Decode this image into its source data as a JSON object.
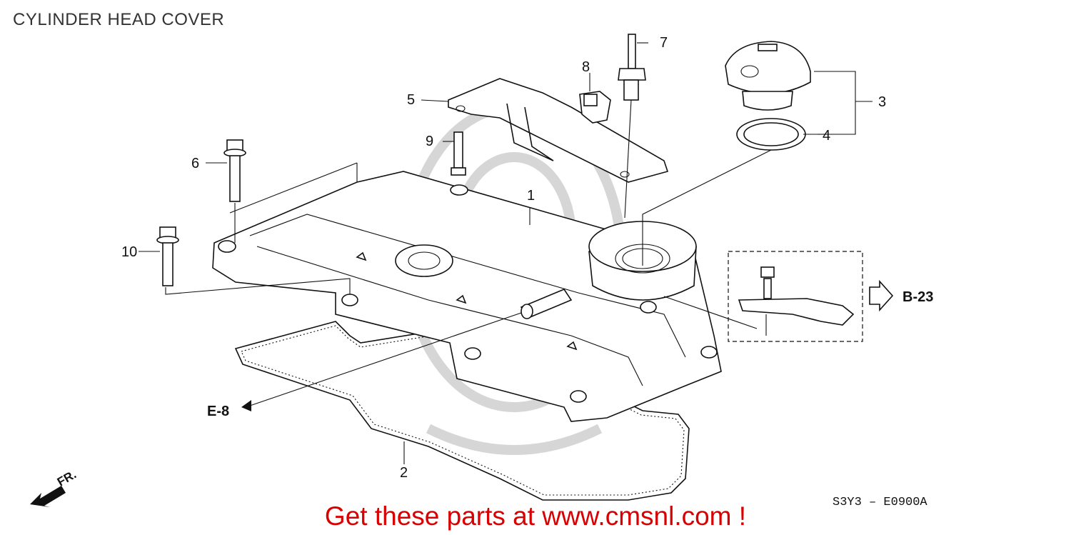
{
  "title": "CYLINDER HEAD COVER",
  "callouts": {
    "c1": "1",
    "c2": "2",
    "c3": "3",
    "c4": "4",
    "c5": "5",
    "c6": "6",
    "c7": "7",
    "c8": "8",
    "c9": "9",
    "c10": "10"
  },
  "references": {
    "e8": "E-8",
    "b23": "B-23"
  },
  "direction_label": "FR.",
  "diagram_code": "S3Y3 – E0900A",
  "promo_text": "Get these parts at www.cmsnl.com !",
  "colors": {
    "promo": "#d80000",
    "line": "#111111",
    "watermark": "#d6d6d6"
  }
}
